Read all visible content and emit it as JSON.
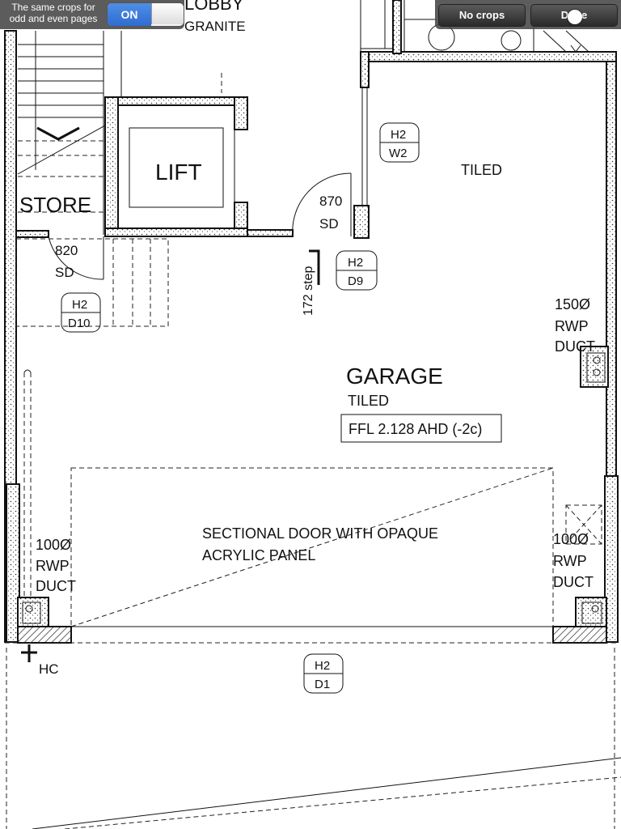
{
  "toolbar": {
    "crops_label": "The same crops for odd and even pages",
    "toggle_state": "ON",
    "no_crops_label": "No crops",
    "done_label": "Done"
  },
  "plan": {
    "lobby": "LOBBY",
    "granite": "GRANITE",
    "lift": "LIFT",
    "store": "STORE",
    "tiled_upper": "TILED",
    "garage": "GARAGE",
    "garage_tiled": "TILED",
    "ffl": "FFL 2.128 AHD (-2c)",
    "door_820_width": "820",
    "door_820_type": "SD",
    "door_870_width": "870",
    "door_870_type": "SD",
    "step": "172 step",
    "tag_w2_top": "H2",
    "tag_w2_bottom": "W2",
    "tag_d9_top": "H2",
    "tag_d9_bottom": "D9",
    "tag_d10_top": "H2",
    "tag_d10_bottom": "D10",
    "tag_d1_top": "H2",
    "tag_d1_bottom": "D1",
    "rwp150_size": "150Ø",
    "rwp150_rwp": "RWP",
    "rwp150_duct": "DUCT",
    "rwp100l_size": "100Ø",
    "rwp100l_rwp": "RWP",
    "rwp100l_duct": "DUCT",
    "rwp100r_size": "100Ø",
    "rwp100r_rwp": "RWP",
    "rwp100r_duct": "DUCT",
    "sectional_line1": "SECTIONAL DOOR WITH OPAQUE",
    "sectional_line2": "ACRYLIC PANEL",
    "hc": "HC"
  }
}
